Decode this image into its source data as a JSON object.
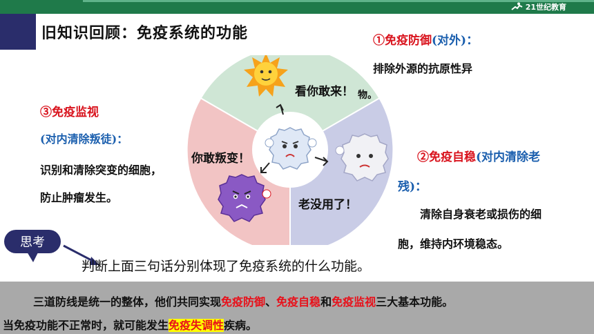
{
  "header": {
    "logo_text": "21世纪教育"
  },
  "title": "旧知识回顾：免疫系统的功能",
  "function1": {
    "heading": "①免疫防御",
    "heading_suffix": "(对外)：",
    "desc": "排除外源的抗原性异"
  },
  "function2": {
    "heading": "②免疫自稳",
    "heading_suffix": "(对内清除老",
    "heading_cont": "残)：",
    "desc_line1": "清除自身衰老或损伤的细",
    "desc_line2": "胞，维持内环境稳态。"
  },
  "function3": {
    "heading": "③免疫监视",
    "subheading": "(对内清除叛徒)：",
    "desc_line1": "识别和清除突变的细胞，",
    "desc_line2": "防止肿瘤发生。"
  },
  "speech": {
    "top_a": "看你敢来！",
    "top_b": "物。",
    "left": "你敢叛变！",
    "bottom": "老没用了！"
  },
  "think_label": "思考",
  "question": "判断上面三句话分别体现了免疫系统的什么功能。",
  "summary": {
    "l1_a": "三道防线是统一的整体，他们共同实现",
    "l1_h1": "免疫防御",
    "l1_b": "、",
    "l1_h2": "免疫自稳",
    "l1_c": "和",
    "l1_h3": "免疫监视",
    "l1_d": "三大基本功能。",
    "l2_a": "当免疫功能不正常时，就可能发生",
    "l2_h": "免疫失调性",
    "l2_b": "疾病。"
  },
  "colors": {
    "accent_green": "#1f7a4a",
    "navy": "#2a2d6b",
    "red": "#d9141e",
    "blue": "#1b5fae",
    "sector_top": "#cfe6d5",
    "sector_right": "#c9cce6",
    "sector_left": "#f2c4c4"
  }
}
